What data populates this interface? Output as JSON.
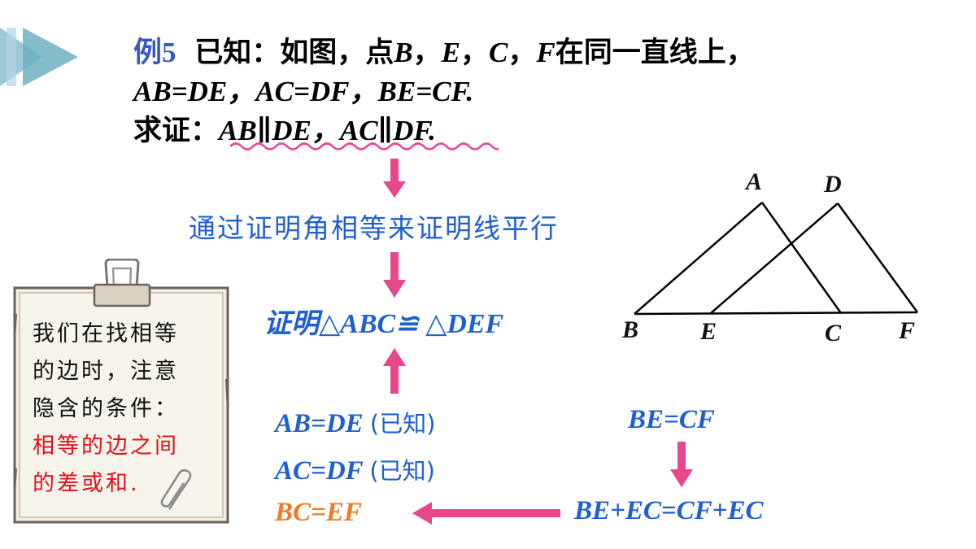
{
  "header": {
    "example_label": "例5",
    "given_prefix": "已知：如图，点",
    "given_points": [
      "B",
      "E",
      "C",
      "F"
    ],
    "given_sep": "，",
    "given_suffix": "在同一直线上，",
    "line2": "AB=DE，AC=DF，BE=CF.",
    "prove_prefix": "求证：",
    "prove_statement": "AB∥DE，AC∥DF."
  },
  "flow": {
    "strategy_text": "通过证明角相等来证明线平行",
    "congruence_text": "证明△ABC≌ △DEF",
    "cond1": {
      "expr": "AB=DE",
      "note": "(已知)"
    },
    "cond2": {
      "expr": "AC=DF",
      "note": "(已知)"
    },
    "cond3": {
      "expr": "BC=EF"
    },
    "given_equation": "BE=CF",
    "derived_equation": "BE+EC=CF+EC"
  },
  "note_card": {
    "lines": [
      "我们在找相等",
      "的边时，注意",
      "隐含的条件："
    ],
    "highlight_lines": [
      "相等的边之间",
      "的差或和."
    ]
  },
  "diagram": {
    "labels": {
      "A": "A",
      "B": "B",
      "C": "C",
      "D": "D",
      "E": "E",
      "F": "F"
    }
  },
  "colors": {
    "arrow": "#e8478c",
    "flow_text": "#1f5fd0",
    "bc_ef": "#f07a22",
    "wavy_underline": "#e8478c",
    "note_highlight": "#e3101a",
    "logo": "#7fb7c9"
  }
}
